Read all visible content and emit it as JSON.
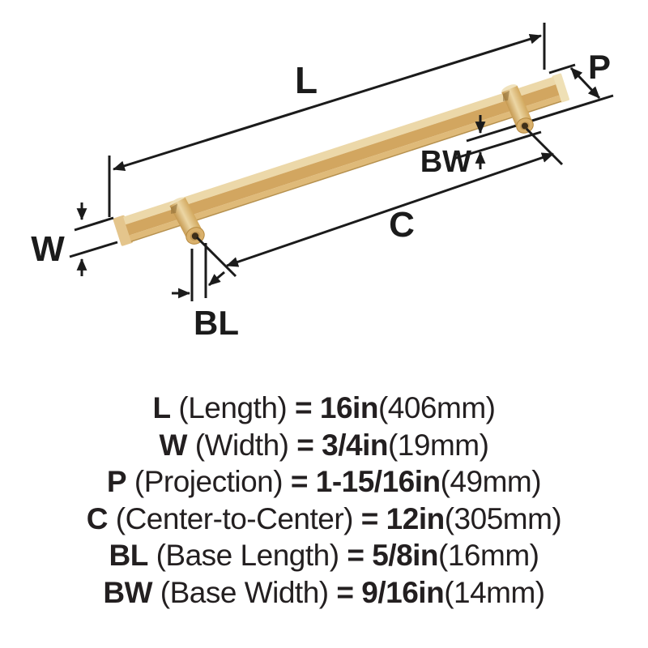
{
  "diagram": {
    "labels": {
      "length": "L",
      "width": "W",
      "projection": "P",
      "center_to_center": "C",
      "base_length": "BL",
      "base_width": "BW"
    },
    "colors": {
      "line": "#1b1b1b",
      "bar_top": "#ecd8a9",
      "bar_mid": "#d2a660",
      "bar_bottom": "#dfba79",
      "bar_edge": "#b6914f",
      "bar_end_left": "#e4c58c",
      "bar_end_right": "#efe0b6",
      "post_dark": "#c3954b",
      "post_light": "#ecd6a4",
      "post_mid": "#d3a95f",
      "tip_face": "#d9b06b",
      "tip_inner": "#c49a58",
      "hole": "#3f2f19"
    }
  },
  "specs": {
    "lines": [
      {
        "label": "L",
        "name": "(Length)",
        "value": "= 16in",
        "metric": "(406mm)"
      },
      {
        "label": "W",
        "name": "(Width)",
        "value": "= 3/4in",
        "metric": "(19mm)"
      },
      {
        "label": "P",
        "name": "(Projection)",
        "value": "= 1-15/16in",
        "metric": "(49mm)"
      },
      {
        "label": "C",
        "name": "(Center-to-Center)",
        "value": "= 12in",
        "metric": "(305mm)"
      },
      {
        "label": "BL",
        "name": "(Base Length)",
        "value": "= 5/8in",
        "metric": "(16mm)"
      },
      {
        "label": "BW",
        "name": "(Base Width)",
        "value": "= 9/16in",
        "metric": "(14mm)"
      }
    ]
  }
}
